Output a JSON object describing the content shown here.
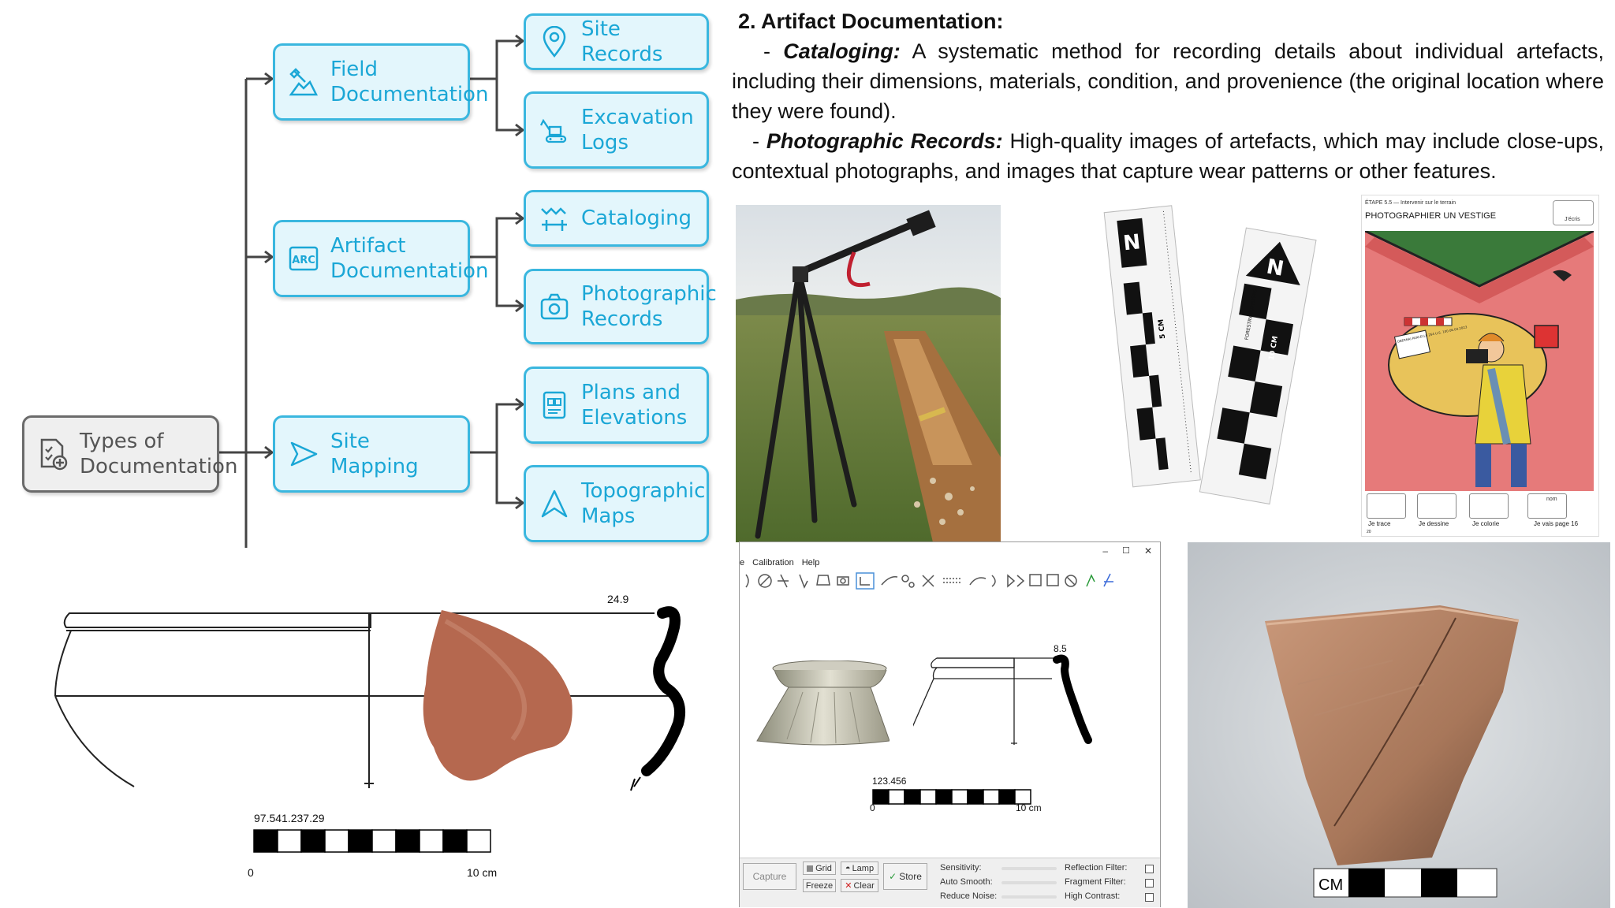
{
  "diagram": {
    "root": "Types of\nDocumentation",
    "categories": [
      {
        "label": "Field\nDocumentation",
        "icon": "excavation-shovel-icon",
        "children": [
          {
            "label": "Site Records",
            "icon": "map-pin-icon"
          },
          {
            "label": "Excavation\nLogs",
            "icon": "excavator-icon"
          }
        ]
      },
      {
        "label": "Artifact\nDocumentation",
        "icon": "artifact-label-icon",
        "children": [
          {
            "label": "Cataloging",
            "icon": "catalog-tag-icon"
          },
          {
            "label": "Photographic\nRecords",
            "icon": "camera-icon"
          }
        ]
      },
      {
        "label": "Site\nMapping",
        "icon": "send-arrow-icon",
        "children": [
          {
            "label": "Plans and\nElevations",
            "icon": "blueprint-icon"
          },
          {
            "label": "Topographic\nMaps",
            "icon": "terrain-triangle-icon"
          }
        ]
      }
    ]
  },
  "text": {
    "heading": "2. Artifact Documentation:",
    "items": [
      {
        "term": "Cataloging",
        "prefix": "- ",
        "body": "A systematic method for recording details about individual artefacts, including their dimensions, materials, condition, and provenience (the original location where they were found)."
      },
      {
        "term": "Photographic Records:",
        "prefix": "- ",
        "body": "High-quality images of artefacts, which may include close-ups, contextual photographs, and images that capture wear patterns or other features."
      }
    ]
  },
  "scales_photo": {
    "left_label": "5 CM",
    "right_label": "10 CM",
    "brand": "FORESTRY SUPPLIERS",
    "n_letter": "N"
  },
  "worksheet": {
    "step": "ÉTAPE 5.5 — Intervenir sur le terrain",
    "title": "PHOTOGRAPHIER UN VESTIGE",
    "corner": "J'écris",
    "nom": "nom",
    "tag": "OBERNAI\nPARCELLE 254\nU.S. 100\n06.04.2023",
    "steps": [
      "Je trace",
      "Je dessine",
      "Je colorie",
      "Je vais page 16"
    ],
    "page": "20"
  },
  "pottery_drawing": {
    "diameter": "24.9",
    "catalog_number": "97.541.237.29",
    "scale_start": "0",
    "scale_end": "10 cm"
  },
  "app_window": {
    "menus": [
      "e",
      "Calibration",
      "Help"
    ],
    "window_controls": [
      "–",
      "☐",
      "✕"
    ],
    "diameter": "8.5",
    "catalog_number": "123.456",
    "scale_start": "0",
    "scale_end": "10 cm",
    "buttons": {
      "capture": "Capture",
      "grid": "Grid",
      "lamp": "Lamp",
      "freeze": "Freeze",
      "clear": "Clear",
      "store": "Store"
    },
    "sliders": [
      "Sensitivity:",
      "Auto Smooth:",
      "Reduce Noise:"
    ],
    "filters": [
      "Reflection Filter:",
      "Fragment Filter:",
      "High Contrast:"
    ]
  },
  "sherd_photo": {
    "scale_label": "CM"
  },
  "colors": {
    "node_fill": "#e3f6fc",
    "node_border": "#3ab7df",
    "node_text": "#1ba7d6",
    "root_fill": "#efefef",
    "root_border": "#6b6b6b"
  }
}
